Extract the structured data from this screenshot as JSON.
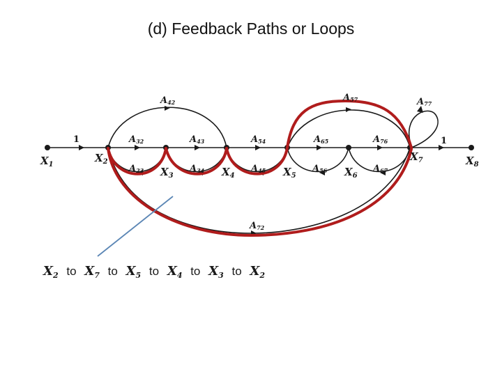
{
  "title": "(d)  Feedback Paths or Loops",
  "nodes": [
    {
      "main": "X",
      "sub": "1"
    },
    {
      "main": "X",
      "sub": "2"
    },
    {
      "main": "X",
      "sub": "3"
    },
    {
      "main": "X",
      "sub": "4"
    },
    {
      "main": "X",
      "sub": "5"
    },
    {
      "main": "X",
      "sub": "6"
    },
    {
      "main": "X",
      "sub": "7"
    },
    {
      "main": "X",
      "sub": "8"
    }
  ],
  "branches": {
    "in_gain": "1",
    "out_gain": "1",
    "a42": {
      "main": "A",
      "sub": "42"
    },
    "a32": {
      "main": "A",
      "sub": "32"
    },
    "a43": {
      "main": "A",
      "sub": "43"
    },
    "a54": {
      "main": "A",
      "sub": "54"
    },
    "a65": {
      "main": "A",
      "sub": "65"
    },
    "a76": {
      "main": "A",
      "sub": "76"
    },
    "a57": {
      "main": "A",
      "sub": "57"
    },
    "a77": {
      "main": "A",
      "sub": "77"
    },
    "a23": {
      "main": "A",
      "sub": "23"
    },
    "a34": {
      "main": "A",
      "sub": "34"
    },
    "a45": {
      "main": "A",
      "sub": "45"
    },
    "a56": {
      "main": "A",
      "sub": "56"
    },
    "a67": {
      "main": "A",
      "sub": "67"
    },
    "a72": {
      "main": "A",
      "sub": "72"
    }
  },
  "loop_path": [
    {
      "main": "X",
      "sub": "2"
    },
    {
      "sep": "to"
    },
    {
      "main": "X",
      "sub": "7"
    },
    {
      "sep": "to"
    },
    {
      "main": "X",
      "sub": "5"
    },
    {
      "sep": "to"
    },
    {
      "main": "X",
      "sub": "4"
    },
    {
      "sep": "to"
    },
    {
      "main": "X",
      "sub": "3"
    },
    {
      "sep": "to"
    },
    {
      "main": "X",
      "sub": "2"
    }
  ],
  "colors": {
    "highlight": "#b01c1c",
    "pointer": "#5b86b5",
    "ink": "#1a1a1a"
  }
}
